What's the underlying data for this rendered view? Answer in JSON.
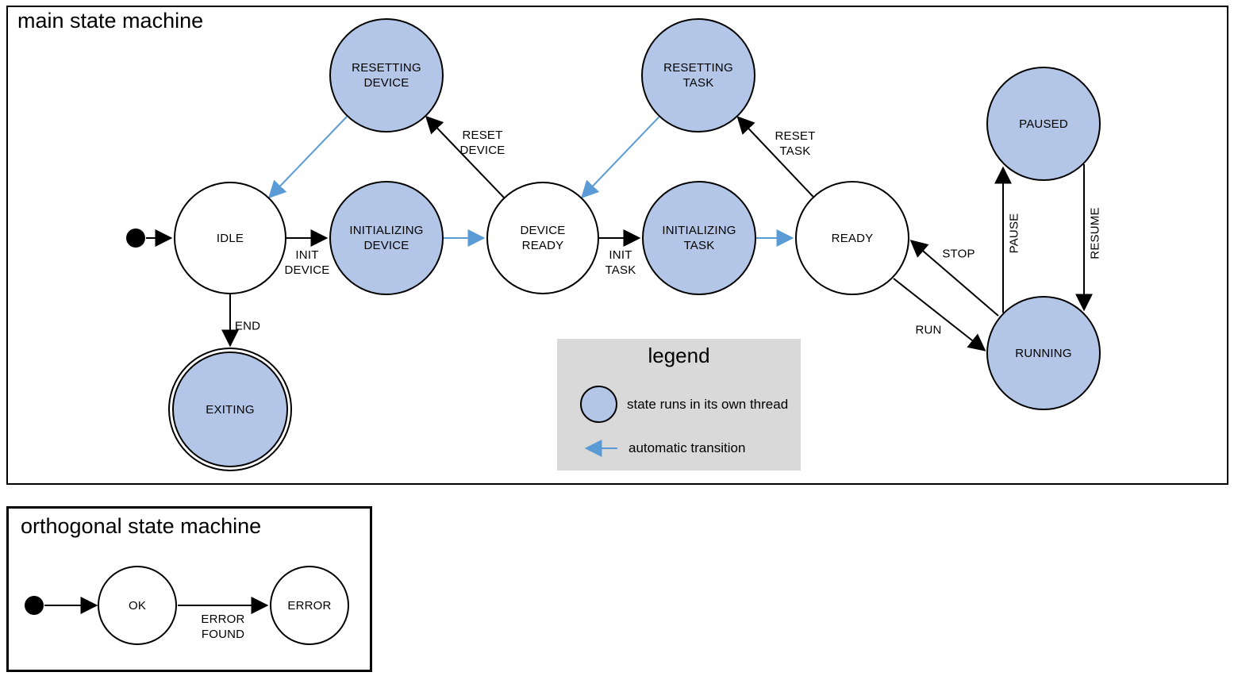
{
  "main_machine": {
    "title": "main state machine",
    "states": {
      "idle": [
        "IDLE"
      ],
      "initializing_device": [
        "INITIALIZING",
        "DEVICE"
      ],
      "device_ready": [
        "DEVICE",
        "READY"
      ],
      "initializing_task": [
        "INITIALIZING",
        "TASK"
      ],
      "ready": [
        "READY"
      ],
      "resetting_device": [
        "RESETTING",
        "DEVICE"
      ],
      "resetting_task": [
        "RESETTING",
        "TASK"
      ],
      "paused": [
        "PAUSED"
      ],
      "running": [
        "RUNNING"
      ],
      "exiting": [
        "EXITING"
      ]
    },
    "transitions": {
      "init_device": [
        "INIT",
        "DEVICE"
      ],
      "init_task": [
        "INIT",
        "TASK"
      ],
      "reset_device": [
        "RESET",
        "DEVICE"
      ],
      "reset_task": [
        "RESET",
        "TASK"
      ],
      "stop": [
        "STOP"
      ],
      "run": [
        "RUN"
      ],
      "pause": [
        "PAUSE"
      ],
      "resume": [
        "RESUME"
      ],
      "end": [
        "END"
      ]
    }
  },
  "legend": {
    "title": "legend",
    "thread_label": "state runs in its own thread",
    "auto_label": "automatic transition"
  },
  "orthogonal_machine": {
    "title": "orthogonal state machine",
    "states": {
      "ok": [
        "OK"
      ],
      "error": [
        "ERROR"
      ]
    },
    "transitions": {
      "error_found": [
        "ERROR",
        "FOUND"
      ]
    }
  },
  "colors": {
    "thread_fill": "#b3c6e7",
    "auto_arrow": "#5b9bd5",
    "legend_bg": "#d9d9d9"
  }
}
